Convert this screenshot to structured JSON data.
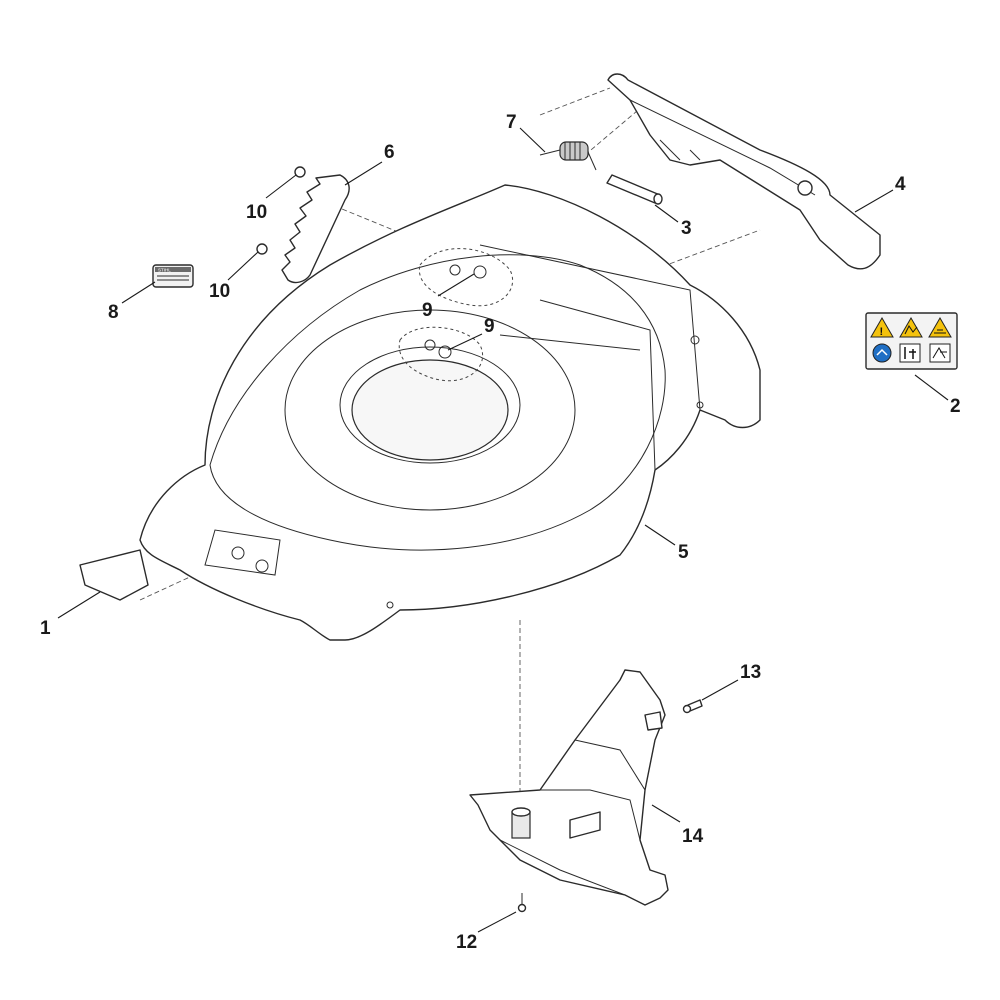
{
  "callouts": [
    {
      "id": "c1",
      "label": "1"
    },
    {
      "id": "c2",
      "label": "2"
    },
    {
      "id": "c3",
      "label": "3"
    },
    {
      "id": "c4",
      "label": "4"
    },
    {
      "id": "c5",
      "label": "5"
    },
    {
      "id": "c6",
      "label": "6"
    },
    {
      "id": "c7",
      "label": "7"
    },
    {
      "id": "c8",
      "label": "8"
    },
    {
      "id": "c9a",
      "label": "9"
    },
    {
      "id": "c9b",
      "label": "9"
    },
    {
      "id": "c10a",
      "label": "10"
    },
    {
      "id": "c10b",
      "label": "10"
    },
    {
      "id": "c12",
      "label": "12"
    },
    {
      "id": "c13",
      "label": "13"
    },
    {
      "id": "c14",
      "label": "14"
    }
  ],
  "decal_text": "STIHL",
  "icons": [
    "warning-triangle-icon",
    "warning-triangle-icon",
    "warning-triangle-icon",
    "read-manual-icon",
    "keep-distance-icon",
    "disconnect-icon"
  ],
  "colors": {
    "warning_yellow": "#f4c20d",
    "info_blue": "#1f6fc5",
    "line": "#2b2b2b",
    "panel_grey": "#e4e4e4"
  }
}
